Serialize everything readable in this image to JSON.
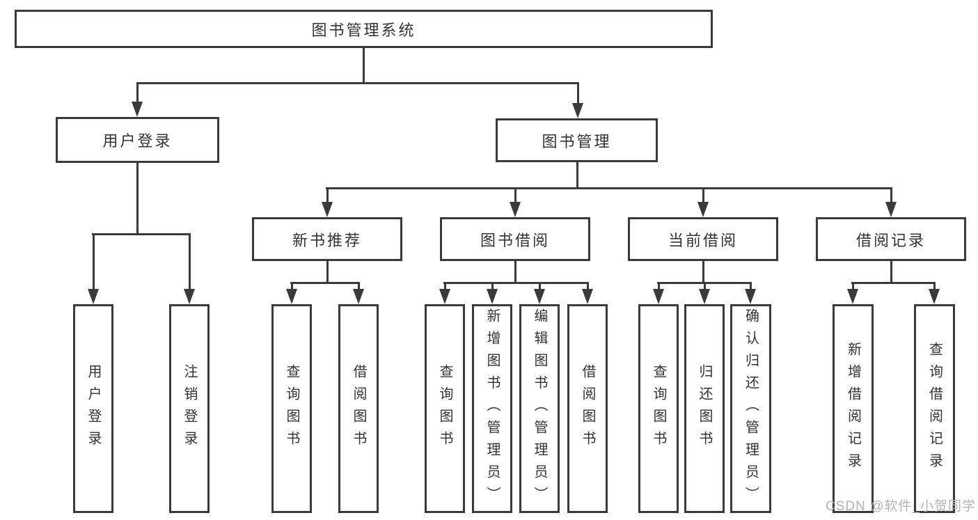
{
  "diagram": {
    "root_label": "图书管理系统",
    "level2": [
      {
        "label": "用户登录",
        "children": [
          "用户登录",
          "注销登录"
        ]
      },
      {
        "label": "图书管理"
      }
    ],
    "level3": [
      {
        "label": "新书推荐",
        "children": [
          "查询图书",
          "借阅图书"
        ]
      },
      {
        "label": "图书借阅",
        "children": [
          "查询图书",
          "新增图书（管理员）",
          "编辑图书（管理员）",
          "借阅图书"
        ]
      },
      {
        "label": "当前借阅",
        "children": [
          "查询图书",
          "归还图书",
          "确认归还（管理员）"
        ]
      },
      {
        "label": "借阅记录",
        "children": [
          "新增借阅记录",
          "查询借阅记录"
        ]
      }
    ]
  },
  "watermark": "CSDN @软件_小贺同学",
  "colors": {
    "line": "#3a3a3a",
    "text": "#333333",
    "box_fill": "#ffffff",
    "watermark": "#b3b3b3",
    "bg": "#ffffff"
  }
}
